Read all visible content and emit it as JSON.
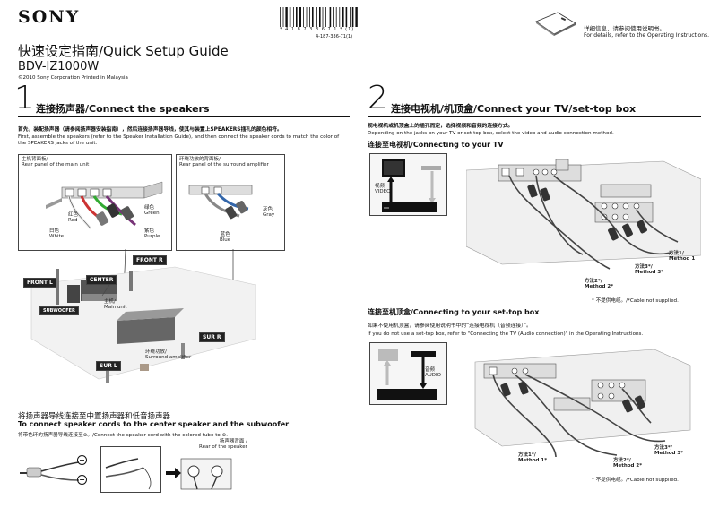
{
  "header": {
    "brand": "SONY",
    "barcode_digits": "* 4 1 8 7 3 3 6 7 1 * (1)",
    "part_number": "4-187-336-71(1)",
    "guide_title": "快速设定指南/Quick Setup Guide",
    "model": "BDV-IZ1000W",
    "copyright": "©2010 Sony Corporation   Printed in Malaysia",
    "details_cn": "详细信息，请参阅使用说明书。",
    "details_en": "For details, refer to the Operating Instructions."
  },
  "step1": {
    "number": "1",
    "title": "连接扬声器/Connect the speakers",
    "intro_cn": "首先，装配扬声器（请参阅扬声器安装指南），然后连接扬声器导线，使其与装置上SPEAKERS插孔的颜色相符。",
    "intro_en": "First, assemble the speakers (refer to the Speaker Installation Guide), and then connect the speaker cords to match the color of the SPEAKERS jacks of the unit.",
    "main_unit_panel_cn": "主机背面板/",
    "main_unit_panel_en": "Rear panel of the main unit",
    "surround_panel_cn": "环绕功放的背面板/",
    "surround_panel_en": "Rear panel of the surround amplifier",
    "colors": {
      "green_cn": "绿色",
      "green_en": "Green",
      "red_cn": "红色",
      "red_en": "Red",
      "white_cn": "白色",
      "white_en": "White",
      "purple_cn": "紫色",
      "purple_en": "Purple",
      "gray_cn": "灰色",
      "gray_en": "Gray",
      "blue_cn": "蓝色",
      "blue_en": "Blue"
    },
    "badges": {
      "front_r": "FRONT R",
      "front_l": "FRONT L",
      "center": "CENTER",
      "subwoofer": "SUBWOOFER",
      "sur_r": "SUR R",
      "sur_l": "SUR L"
    },
    "main_unit_cn": "主机/",
    "main_unit_en": "Main unit",
    "surround_amp_cn": "环绕功放/",
    "surround_amp_en": "Surround amplifier",
    "sub_title_cn": "将扬声器导线连接至中置扬声器和低音扬声器",
    "sub_title_en": "To connect speaker cords to the center speaker and the subwoofer",
    "sub_note": "将带色环的扬声器导线连接至⊕。/Connect the speaker cord with the colored tube to ⊕.",
    "speaker_rear_cn": "扬声器背面 /",
    "speaker_rear_en": "Rear of the speaker",
    "plus": "+",
    "minus": "−"
  },
  "step2": {
    "number": "2",
    "title": "连接电视机/机顶盒/Connect your TV/set-top box",
    "intro_cn": "视电视机或机顶盒上的插孔而定，选择视频和音频的连接方式。",
    "intro_en": "Depending on the jacks on your TV or set-top box, select the video and audio connection method.",
    "tv_title": "连接至电视机/Connecting to your TV",
    "video_cn": "视频",
    "video_en": "VIDEO",
    "method1_cn": "方法1/",
    "method1_en": "Method 1",
    "method2_cn": "方法2*/",
    "method2_en": "Method 2*",
    "method3_cn": "方法3*/",
    "method3_en": "Method 3*",
    "cable_note": "* 不提供电缆。/*Cable not supplied.",
    "stb_title": "连接至机顶盒/Connecting to your set-top box",
    "stb_note_cn": "如果不使用机顶盒，请参阅使用说明书中的“连接电视机（音频连接）”。",
    "stb_note_en": "If you do not use a set-top box, refer to \"Connecting the TV (Audio connection)\" in the Operating Instructions.",
    "audio_cn": "音频",
    "audio_en": "AUDIO",
    "stb_method1_cn": "方法1*/",
    "stb_method1_en": "Method 1*",
    "stb_method2_cn": "方法2*/",
    "stb_method2_en": "Method 2*",
    "stb_method3_cn": "方法3*/",
    "stb_method3_en": "Method 3*",
    "stb_cable_note": "* 不提供电缆。/*Cable not supplied."
  }
}
